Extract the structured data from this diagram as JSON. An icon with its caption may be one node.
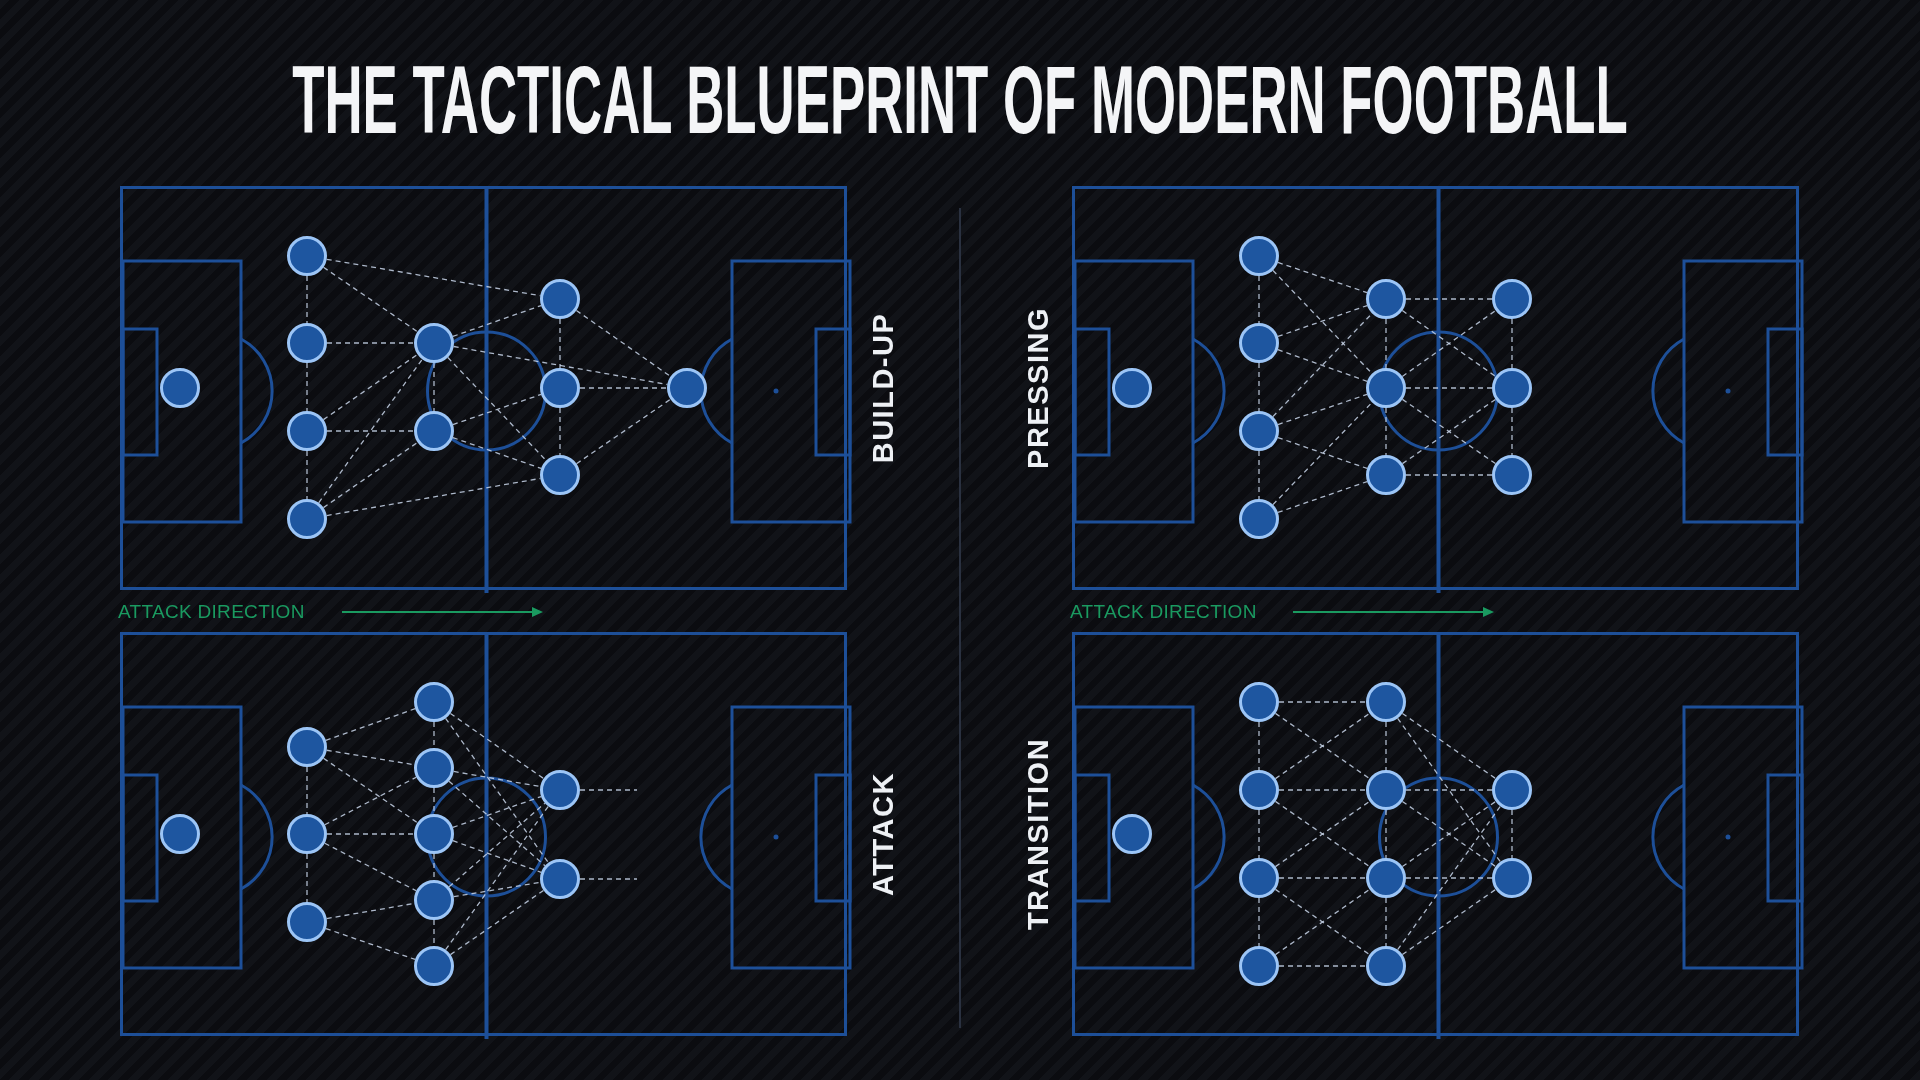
{
  "diagram": {
    "title": "THE TACTICAL BLUEPRINT OF MODERN FOOTBALL",
    "nodes": [
      {
        "text": [
          "BUILD-UP"
        ]
      },
      {
        "text": [],
        "shape": "circle",
        "in": 0
      },
      {
        "text": [],
        "shape": "circle",
        "in": 0
      },
      {
        "text": [],
        "shape": "circle",
        "in": 0
      },
      {
        "text": [],
        "shape": "circle",
        "in": 0
      },
      {
        "text": [],
        "shape": "circle",
        "in": 0
      },
      {
        "text": [],
        "shape": "circle",
        "in": 0
      },
      {
        "text": [],
        "shape": "circle",
        "in": 0
      },
      {
        "text": [],
        "shape": "circle",
        "in": 0
      },
      {
        "text": [],
        "shape": "circle",
        "in": 0
      },
      {
        "text": [],
        "shape": "circle",
        "in": 0
      },
      {
        "text": [],
        "shape": "circle",
        "in": 0
      },
      {
        "text": [
          "PRESSING"
        ]
      },
      {
        "text": [],
        "shape": "circle",
        "in": 12
      },
      {
        "text": [],
        "shape": "circle",
        "in": 12
      },
      {
        "text": [],
        "shape": "circle",
        "in": 12
      },
      {
        "text": [],
        "shape": "circle",
        "in": 12
      },
      {
        "text": [],
        "shape": "circle",
        "in": 12
      },
      {
        "text": [],
        "shape": "circle",
        "in": 12
      },
      {
        "text": [],
        "shape": "circle",
        "in": 12
      },
      {
        "text": [],
        "shape": "circle",
        "in": 12
      },
      {
        "text": [],
        "shape": "circle",
        "in": 12
      },
      {
        "text": [],
        "shape": "circle",
        "in": 12
      },
      {
        "text": [],
        "shape": "circle",
        "in": 12
      },
      {
        "text": [
          "ATTACK"
        ]
      },
      {
        "text": [],
        "shape": "circle",
        "in": 24
      },
      {
        "text": [],
        "shape": "circle",
        "in": 24
      },
      {
        "text": [],
        "shape": "circle",
        "in": 24
      },
      {
        "text": [],
        "shape": "circle",
        "in": 24
      },
      {
        "text": [],
        "shape": "circle",
        "in": 24
      },
      {
        "text": [],
        "shape": "circle",
        "in": 24
      },
      {
        "text": [],
        "shape": "circle",
        "in": 24
      },
      {
        "text": [],
        "shape": "circle",
        "in": 24
      },
      {
        "text": [],
        "shape": "circle",
        "in": 24
      },
      {
        "text": [],
        "shape": "circle",
        "in": 24
      },
      {
        "text": [],
        "shape": "circle",
        "in": 24
      },
      {
        "text": [
          "TRANSITION"
        ]
      },
      {
        "text": [],
        "shape": "circle",
        "in": 36
      },
      {
        "text": [],
        "shape": "circle",
        "in": 36
      },
      {
        "text": [],
        "shape": "circle",
        "in": 36
      },
      {
        "text": [],
        "shape": "circle",
        "in": 36
      },
      {
        "text": [],
        "shape": "circle",
        "in": 36
      },
      {
        "text": [],
        "shape": "circle",
        "in": 36
      },
      {
        "text": [],
        "shape": "circle",
        "in": 36
      },
      {
        "text": [],
        "shape": "circle",
        "in": 36
      },
      {
        "text": [],
        "shape": "circle",
        "in": 36
      },
      {
        "text": [],
        "shape": "circle",
        "in": 36
      },
      {
        "text": [],
        "shape": "circle",
        "in": 36
      }
    ],
    "edges": [
      {
        "from": 2,
        "to": 3,
        "arrow": "none",
        "style": "dashed"
      },
      {
        "from": 3,
        "to": 4,
        "arrow": "none",
        "style": "dashed"
      },
      {
        "from": 4,
        "to": 5,
        "arrow": "none",
        "style": "dashed"
      },
      {
        "from": 2,
        "to": 8,
        "arrow": "none",
        "style": "dashed"
      },
      {
        "from": 2,
        "to": 6,
        "arrow": "none",
        "style": "dashed"
      },
      {
        "from": 3,
        "to": 6,
        "arrow": "none",
        "style": "dashed"
      },
      {
        "from": 4,
        "to": 6,
        "arrow": "none",
        "style": "dashed"
      },
      {
        "from": 4,
        "to": 7,
        "arrow": "none",
        "style": "dashed"
      },
      {
        "from": 5,
        "to": 6,
        "arrow": "none",
        "style": "dashed"
      },
      {
        "from": 5,
        "to": 7,
        "arrow": "none",
        "style": "dashed"
      },
      {
        "from": 5,
        "to": 10,
        "arrow": "none",
        "style": "dashed"
      },
      {
        "from": 6,
        "to": 7,
        "arrow": "none",
        "style": "dashed"
      },
      {
        "from": 6,
        "to": 8,
        "arrow": "none",
        "style": "dashed"
      },
      {
        "from": 6,
        "to": 11,
        "arrow": "none",
        "style": "dashed"
      },
      {
        "from": 6,
        "to": 10,
        "arrow": "none",
        "style": "dashed"
      },
      {
        "from": 7,
        "to": 9,
        "arrow": "none",
        "style": "dashed"
      },
      {
        "from": 7,
        "to": 10,
        "arrow": "none",
        "style": "dashed"
      },
      {
        "from": 8,
        "to": 9,
        "arrow": "none",
        "style": "dashed"
      },
      {
        "from": 9,
        "to": 10,
        "arrow": "none",
        "style": "dashed"
      },
      {
        "from": 8,
        "to": 11,
        "arrow": "none",
        "style": "dashed"
      },
      {
        "from": 9,
        "to": 11,
        "arrow": "none",
        "style": "dashed"
      },
      {
        "from": 10,
        "to": 11,
        "arrow": "none",
        "style": "dashed"
      },
      {
        "from": 14,
        "to": 15,
        "arrow": "none",
        "style": "dashed"
      },
      {
        "from": 15,
        "to": 16,
        "arrow": "none",
        "style": "dashed"
      },
      {
        "from": 16,
        "to": 17,
        "arrow": "none",
        "style": "dashed"
      },
      {
        "from": 14,
        "to": 18,
        "arrow": "none",
        "style": "dashed"
      },
      {
        "from": 14,
        "to": 19,
        "arrow": "none",
        "style": "dashed"
      },
      {
        "from": 15,
        "to": 18,
        "arrow": "none",
        "style": "dashed"
      },
      {
        "from": 15,
        "to": 19,
        "arrow": "none",
        "style": "dashed"
      },
      {
        "from": 16,
        "to": 18,
        "arrow": "none",
        "style": "dashed"
      },
      {
        "from": 16,
        "to": 19,
        "arrow": "none",
        "style": "dashed"
      },
      {
        "from": 16,
        "to": 20,
        "arrow": "none",
        "style": "dashed"
      },
      {
        "from": 17,
        "to": 19,
        "arrow": "none",
        "style": "dashed"
      },
      {
        "from": 17,
        "to": 20,
        "arrow": "none",
        "style": "dashed"
      },
      {
        "from": 18,
        "to": 19,
        "arrow": "none",
        "style": "dashed"
      },
      {
        "from": 19,
        "to": 20,
        "arrow": "none",
        "style": "dashed"
      },
      {
        "from": 18,
        "to": 21,
        "arrow": "none",
        "style": "dashed"
      },
      {
        "from": 18,
        "to": 22,
        "arrow": "none",
        "style": "dashed"
      },
      {
        "from": 19,
        "to": 21,
        "arrow": "none",
        "style": "dashed"
      },
      {
        "from": 19,
        "to": 22,
        "arrow": "none",
        "style": "dashed"
      },
      {
        "from": 19,
        "to": 23,
        "arrow": "none",
        "style": "dashed"
      },
      {
        "from": 20,
        "to": 22,
        "arrow": "none",
        "style": "dashed"
      },
      {
        "from": 20,
        "to": 23,
        "arrow": "none",
        "style": "dashed"
      },
      {
        "from": 21,
        "to": 22,
        "arrow": "none",
        "style": "dashed"
      },
      {
        "from": 22,
        "to": 23,
        "arrow": "none",
        "style": "dashed"
      },
      {
        "from": 26,
        "to": 27,
        "arrow": "none",
        "style": "dashed"
      },
      {
        "from": 27,
        "to": 28,
        "arrow": "none",
        "style": "dashed"
      },
      {
        "from": 26,
        "to": 29,
        "arrow": "none",
        "style": "dashed"
      },
      {
        "from": 26,
        "to": 30,
        "arrow": "none",
        "style": "dashed"
      },
      {
        "from": 26,
        "to": 31,
        "arrow": "none",
        "style": "dashed"
      },
      {
        "from": 27,
        "to": 30,
        "arrow": "none",
        "style": "dashed"
      },
      {
        "from": 27,
        "to": 31,
        "arrow": "none",
        "style": "dashed"
      },
      {
        "from": 27,
        "to": 32,
        "arrow": "none",
        "style": "dashed"
      },
      {
        "from": 28,
        "to": 32,
        "arrow": "none",
        "style": "dashed"
      },
      {
        "from": 28,
        "to": 33,
        "arrow": "none",
        "style": "dashed"
      },
      {
        "from": 29,
        "to": 30,
        "arrow": "none",
        "style": "dashed"
      },
      {
        "from": 30,
        "to": 31,
        "arrow": "none",
        "style": "dashed"
      },
      {
        "from": 31,
        "to": 32,
        "arrow": "none",
        "style": "dashed"
      },
      {
        "from": 32,
        "to": 33,
        "arrow": "none",
        "style": "dashed"
      },
      {
        "from": 29,
        "to": 34,
        "arrow": "none",
        "style": "dashed"
      },
      {
        "from": 29,
        "to": 35,
        "arrow": "none",
        "style": "dashed"
      },
      {
        "from": 30,
        "to": 34,
        "arrow": "none",
        "style": "dashed"
      },
      {
        "from": 30,
        "to": 35,
        "arrow": "none",
        "style": "dashed"
      },
      {
        "from": 31,
        "to": 34,
        "arrow": "none",
        "style": "dashed"
      },
      {
        "from": 31,
        "to": 35,
        "arrow": "none",
        "style": "dashed"
      },
      {
        "from": 32,
        "to": 34,
        "arrow": "none",
        "style": "dashed"
      },
      {
        "from": 32,
        "to": 35,
        "arrow": "none",
        "style": "dashed"
      },
      {
        "from": 33,
        "to": 34,
        "arrow": "none",
        "style": "dashed"
      },
      {
        "from": 33,
        "to": 35,
        "arrow": "none",
        "style": "dashed"
      },
      {
        "from": 34,
        "to": null,
        "arrow": "none",
        "style": "dashed"
      },
      {
        "from": 35,
        "to": null,
        "arrow": "none",
        "style": "dashed"
      },
      {
        "from": 38,
        "to": 39,
        "arrow": "none",
        "style": "dashed"
      },
      {
        "from": 39,
        "to": 40,
        "arrow": "none",
        "style": "dashed"
      },
      {
        "from": 40,
        "to": 41,
        "arrow": "none",
        "style": "dashed"
      },
      {
        "from": 38,
        "to": 42,
        "arrow": "none",
        "style": "dashed"
      },
      {
        "from": 38,
        "to": 43,
        "arrow": "none",
        "style": "dashed"
      },
      {
        "from": 39,
        "to": 42,
        "arrow": "none",
        "style": "dashed"
      },
      {
        "from": 39,
        "to": 43,
        "arrow": "none",
        "style": "dashed"
      },
      {
        "from": 39,
        "to": 44,
        "arrow": "none",
        "style": "dashed"
      },
      {
        "from": 40,
        "to": 43,
        "arrow": "none",
        "style": "dashed"
      },
      {
        "from": 40,
        "to": 44,
        "arrow": "none",
        "style": "dashed"
      },
      {
        "from": 40,
        "to": 45,
        "arrow": "none",
        "style": "dashed"
      },
      {
        "from": 41,
        "to": 44,
        "arrow": "none",
        "style": "dashed"
      },
      {
        "from": 41,
        "to": 45,
        "arrow": "none",
        "style": "dashed"
      },
      {
        "from": 42,
        "to": 43,
        "arrow": "none",
        "style": "dashed"
      },
      {
        "from": 43,
        "to": 44,
        "arrow": "none",
        "style": "dashed"
      },
      {
        "from": 44,
        "to": 45,
        "arrow": "none",
        "style": "dashed"
      },
      {
        "from": 42,
        "to": 46,
        "arrow": "none",
        "style": "dashed"
      },
      {
        "from": 42,
        "to": 47,
        "arrow": "none",
        "style": "dashed"
      },
      {
        "from": 43,
        "to": 46,
        "arrow": "none",
        "style": "dashed"
      },
      {
        "from": 43,
        "to": 47,
        "arrow": "none",
        "style": "dashed"
      },
      {
        "from": 44,
        "to": 46,
        "arrow": "none",
        "style": "dashed"
      },
      {
        "from": 44,
        "to": 47,
        "arrow": "none",
        "style": "dashed"
      },
      {
        "from": 45,
        "to": 46,
        "arrow": "none",
        "style": "dashed"
      },
      {
        "from": 45,
        "to": 47,
        "arrow": "none",
        "style": "dashed"
      },
      {
        "from": 46,
        "to": 47,
        "arrow": "none",
        "style": "dashed"
      }
    ],
    "labels": [
      "ATTACK DIRECTION",
      "ATTACK DIRECTION"
    ]
  }
}
